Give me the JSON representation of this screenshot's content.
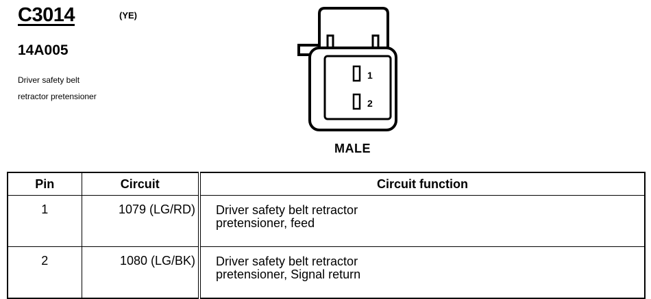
{
  "header": {
    "connector_id": "C3014",
    "color_code": "(YE)",
    "part_number": "14A005",
    "description_line1": "Driver safety belt",
    "description_line2": "retractor pretensioner"
  },
  "connector": {
    "pin_labels": [
      "1",
      "2"
    ],
    "gender": "MALE"
  },
  "table": {
    "headers": {
      "pin": "Pin",
      "circuit": "Circuit",
      "function": "Circuit function"
    },
    "rows": [
      {
        "pin": "1",
        "circuit": "1079 (LG/RD)",
        "function_line1": "Driver safety belt retractor",
        "function_line2": "pretensioner, feed"
      },
      {
        "pin": "2",
        "circuit": "1080 (LG/BK)",
        "function_line1": "Driver safety belt retractor",
        "function_line2": "pretensioner, Signal return"
      }
    ]
  }
}
